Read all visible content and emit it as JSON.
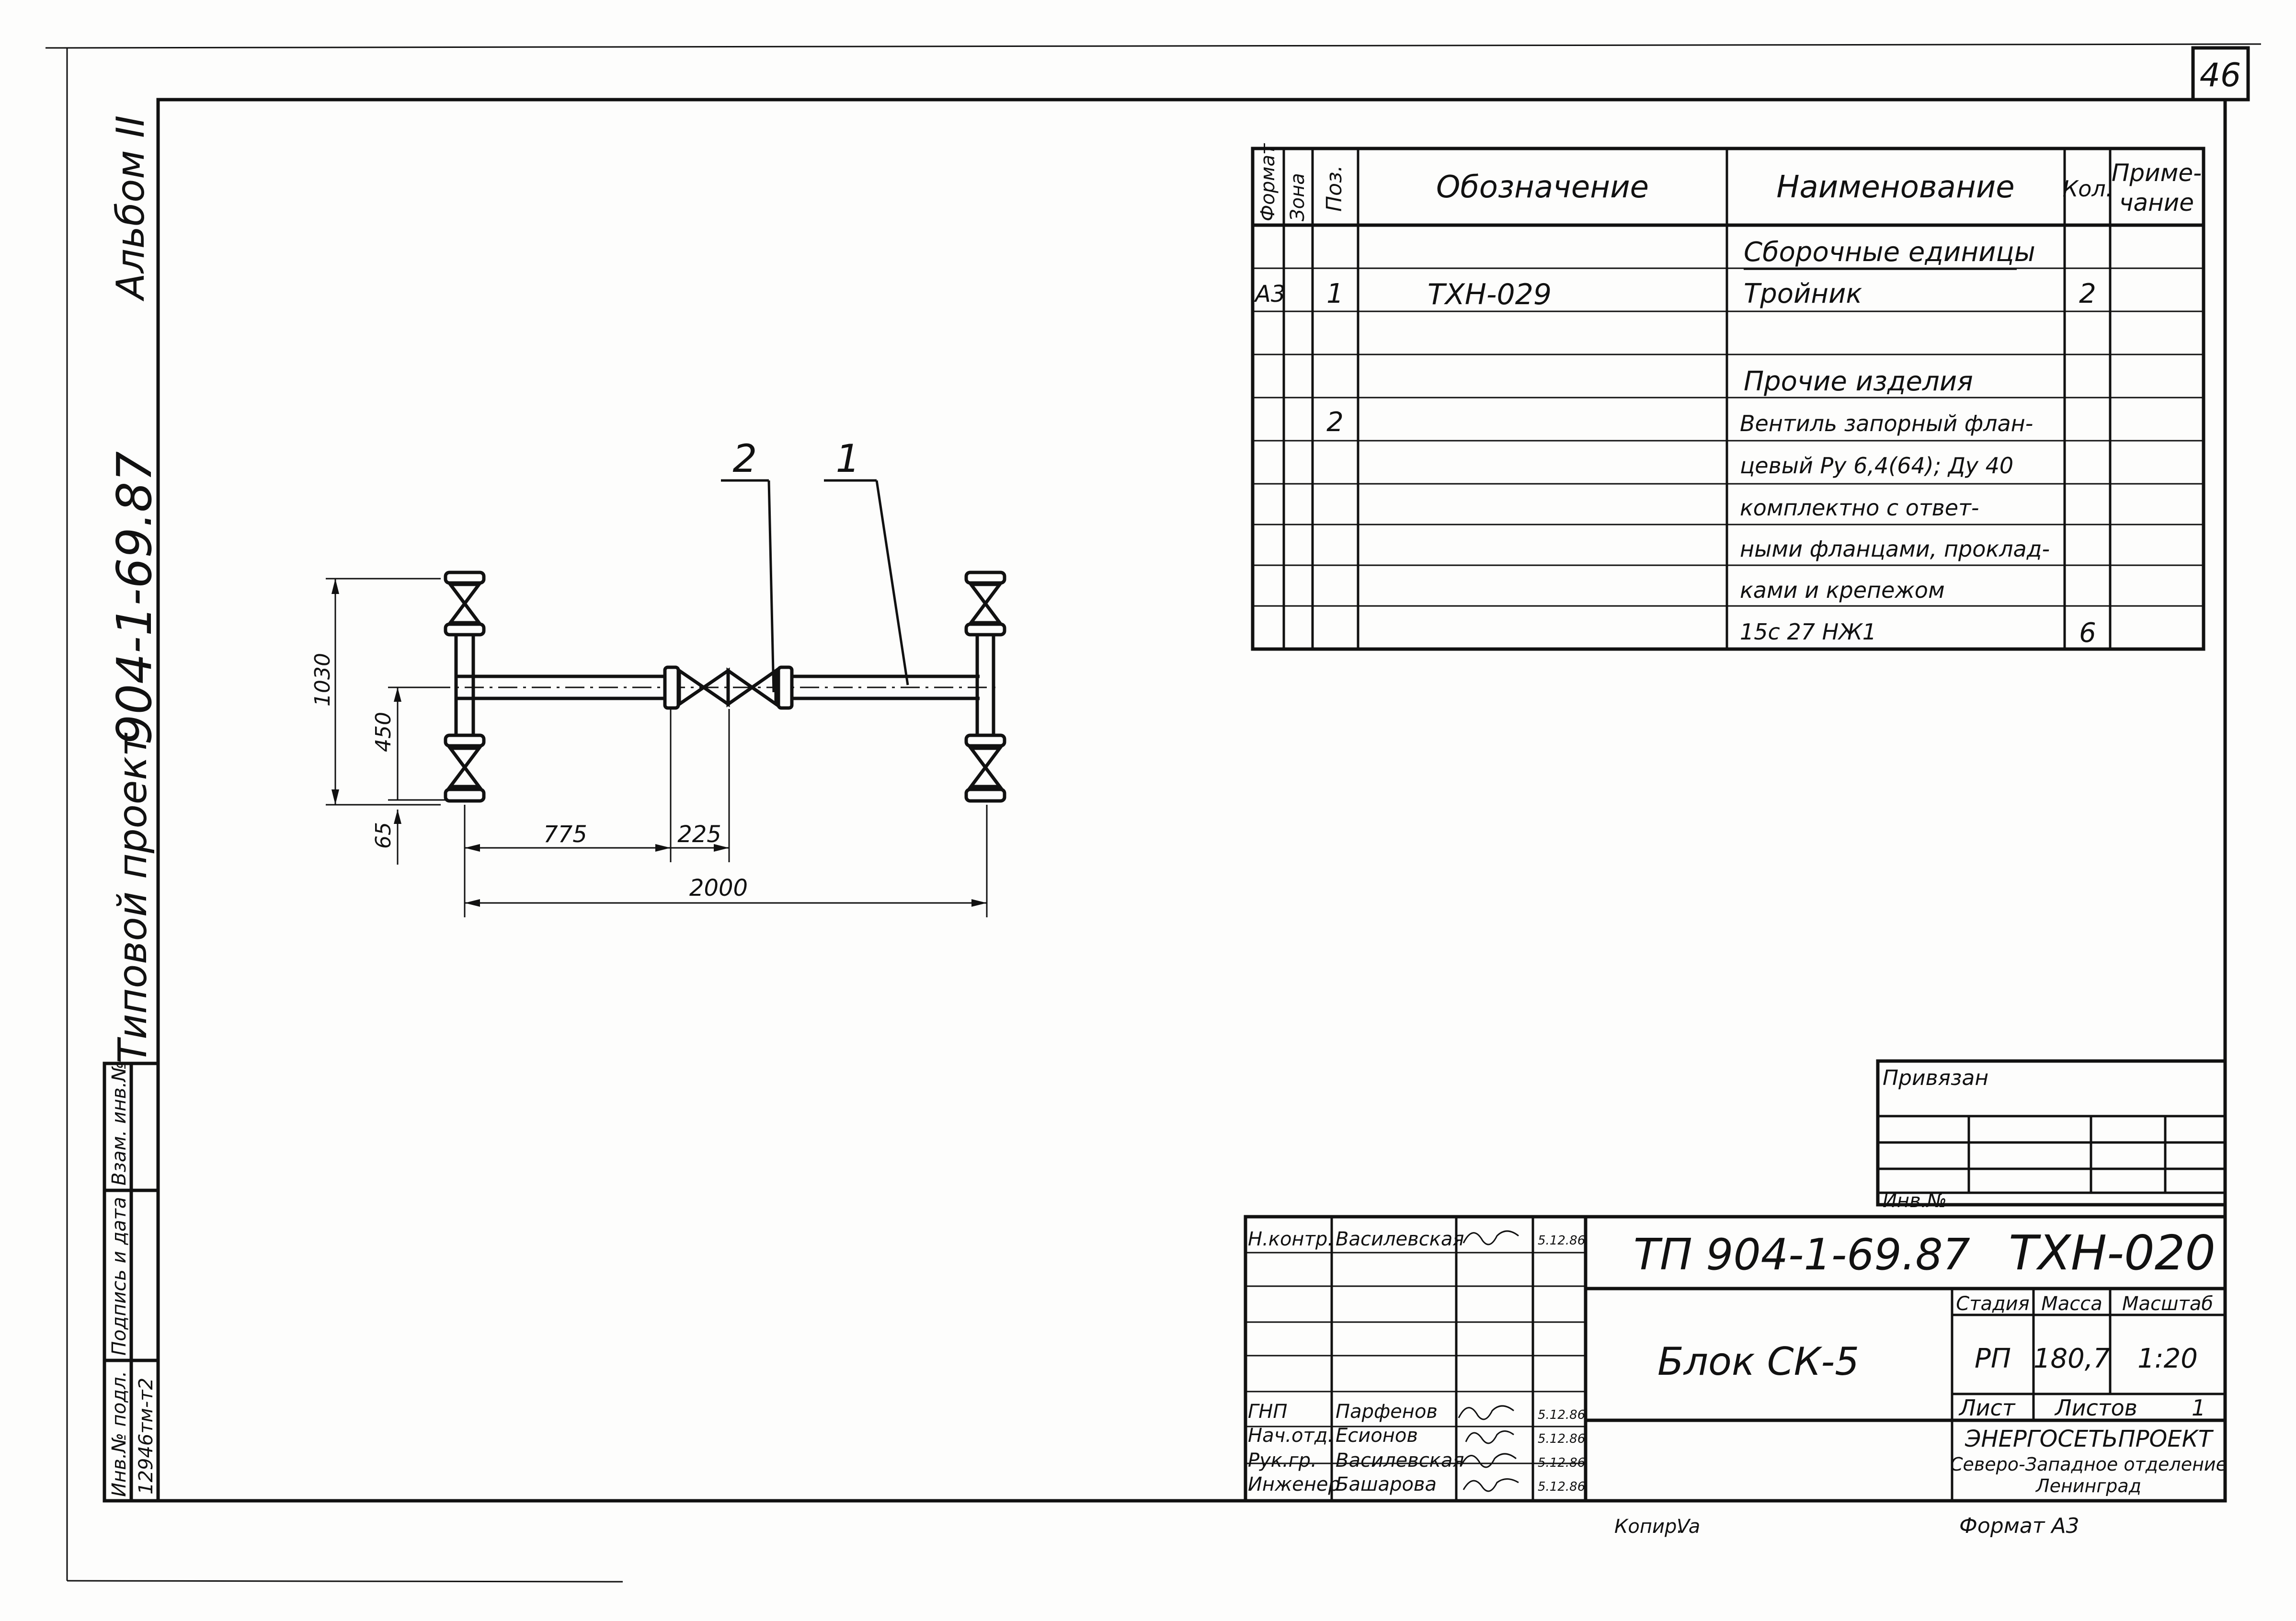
{
  "sheet_number": "46",
  "album_side": {
    "label": "Типовой проект",
    "number": "904-1-69.87",
    "album": "Альбом II"
  },
  "margin_stamp": {
    "headers": [
      "Инв.№ подл.",
      "Подпись и дата",
      "Взам. инв.№"
    ],
    "inventory": "12946тм-т2"
  },
  "spec": {
    "headers": {
      "format": "Формат",
      "zone": "Зона",
      "pos": "Поз.",
      "designation": "Обозначение",
      "name": "Наименование",
      "qty": "Кол.",
      "note_1": "Приме-",
      "note_2": "чание"
    },
    "rows": [
      {
        "format": "",
        "pos": "",
        "designation": "",
        "name": "Сборочные единицы",
        "qty": ""
      },
      {
        "format": "А3",
        "pos": "1",
        "designation": "ТХН-029",
        "name": "Тройник",
        "qty": "2"
      },
      {
        "format": "",
        "pos": "",
        "designation": "",
        "name": "",
        "qty": ""
      },
      {
        "format": "",
        "pos": "",
        "designation": "",
        "name": "Прочие изделия",
        "qty": ""
      },
      {
        "format": "",
        "pos": "2",
        "designation": "",
        "name": "Вентиль запорный флан-",
        "qty": ""
      },
      {
        "format": "",
        "pos": "",
        "designation": "",
        "name": "цевый Ру 6,4(64); Ду 40",
        "qty": ""
      },
      {
        "format": "",
        "pos": "",
        "designation": "",
        "name": "комплектно с ответ-",
        "qty": ""
      },
      {
        "format": "",
        "pos": "",
        "designation": "",
        "name": "ными фланцами, проклад-",
        "qty": ""
      },
      {
        "format": "",
        "pos": "",
        "designation": "",
        "name": "ками и крепежом",
        "qty": ""
      },
      {
        "format": "",
        "pos": "",
        "designation": "",
        "name": "15с 27 НЖ1",
        "qty": "6"
      }
    ]
  },
  "drawing": {
    "leaders": [
      "2",
      "1"
    ],
    "dims": {
      "overall_height": "1030",
      "branch": "450",
      "bottom": "65",
      "left_run": "775",
      "valve": "225",
      "overall_length": "2000"
    }
  },
  "title_block": {
    "privyazan": "Привязан",
    "inv_no": "Инв.№",
    "code": "ТП 904-1-69.87",
    "doc": "ТХН-020",
    "name": "Блок СК-5",
    "stage_label": "Стадия",
    "mass_label": "Масса",
    "scale_label": "Масштаб",
    "stage": "РП",
    "mass": "180,7",
    "scale": "1:20",
    "sheet_label": "Лист",
    "sheets_label": "Листов",
    "sheets": "1",
    "org_1": "ЭНЕРГОСЕТЬПРОЕКТ",
    "org_2": "Северо-Западное отделение",
    "org_3": "Ленинград",
    "people": [
      {
        "role": "Н.контр.",
        "name": "Василевская",
        "date": "5.12.86"
      },
      {
        "role": "",
        "name": "",
        "date": ""
      },
      {
        "role": "",
        "name": "",
        "date": ""
      },
      {
        "role": "",
        "name": "",
        "date": ""
      },
      {
        "role": "ГНП",
        "name": "Парфенов",
        "date": "5.12.86"
      },
      {
        "role": "Нач.отд.",
        "name": "Есионов",
        "date": "5.12.86"
      },
      {
        "role": "Рук.гр.",
        "name": "Василевская",
        "date": "5.12.86"
      },
      {
        "role": "Инженер",
        "name": "Башарова",
        "date": "5.12.86"
      }
    ],
    "copy_label": "Копир.",
    "copy_sign": "Va",
    "format": "Формат А3"
  }
}
